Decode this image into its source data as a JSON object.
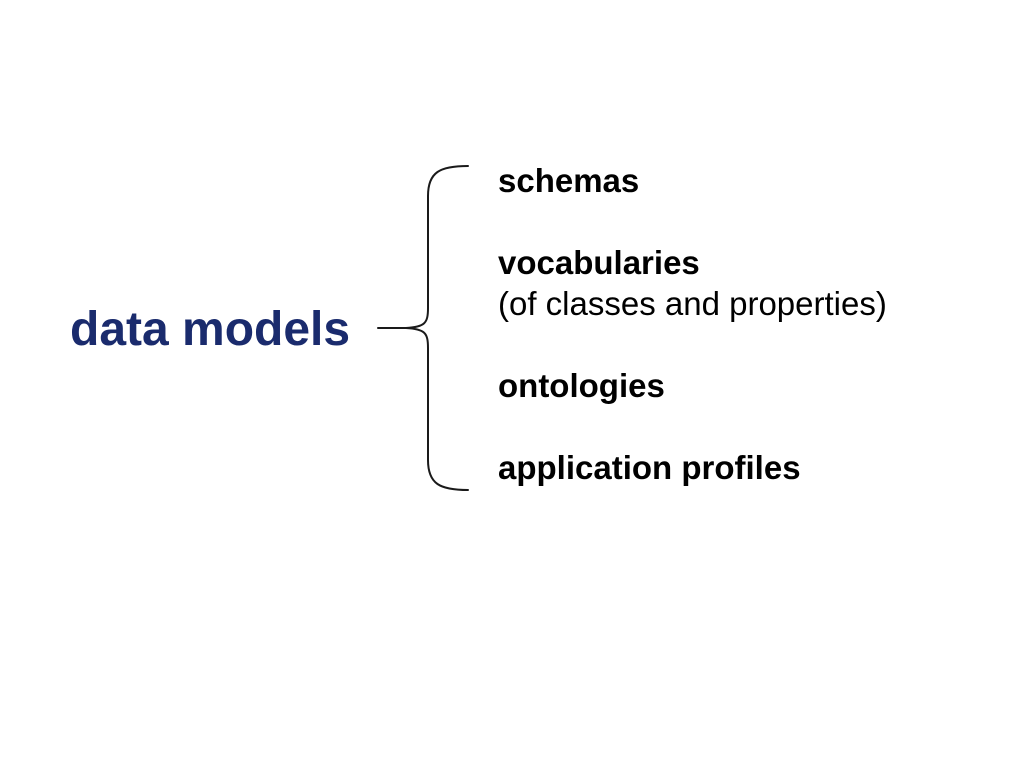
{
  "page": {
    "background_color": "#ffffff"
  },
  "diagram": {
    "title": {
      "text": "data models",
      "color": "#1a2b6d"
    },
    "brace": {
      "shape": "left-pointing-curly-brace",
      "color": "#1a1a1a"
    },
    "items": [
      {
        "label": "schemas",
        "bold": true
      },
      {
        "label": "vocabularies",
        "bold": true,
        "sub": "(of classes and properties)"
      },
      {
        "label": "ontologies",
        "bold": true
      },
      {
        "label": "application profiles",
        "bold": true
      }
    ]
  }
}
